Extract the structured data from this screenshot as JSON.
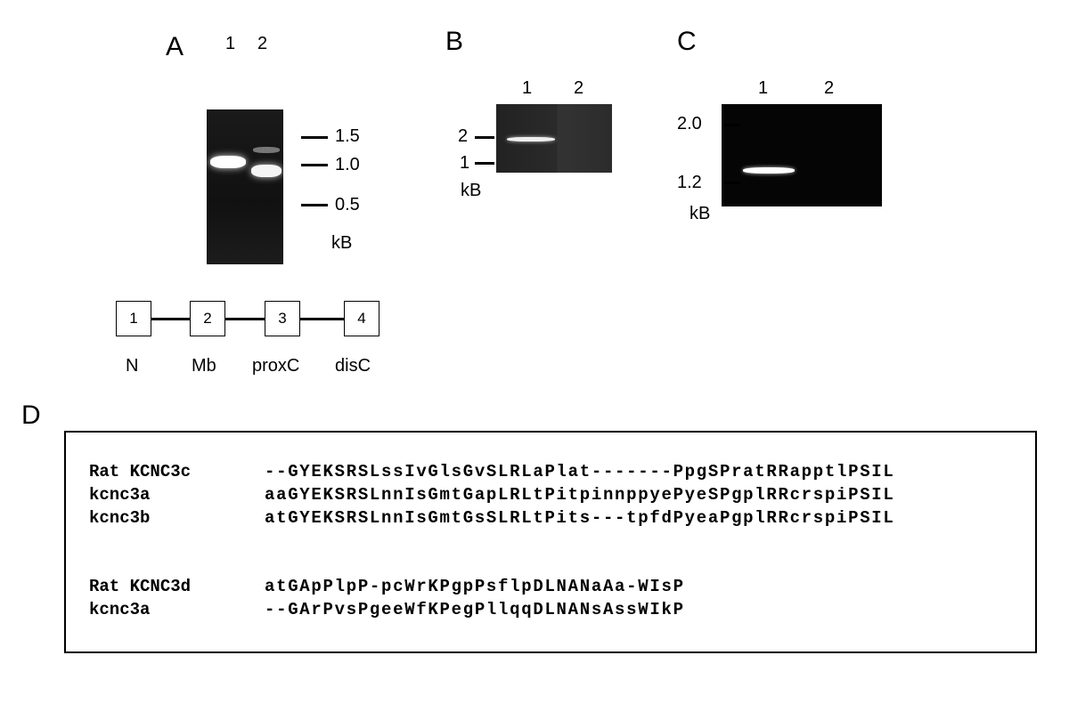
{
  "panels": {
    "A": "A",
    "B": "B",
    "C": "C",
    "D": "D"
  },
  "panelA": {
    "lanes": [
      "1",
      "2"
    ],
    "sizes": [
      "1.5",
      "1.0",
      "0.5"
    ],
    "unit": "kB"
  },
  "panelB": {
    "lanes": [
      "1",
      "2"
    ],
    "sizes": [
      "2",
      "1"
    ],
    "unit": "kB"
  },
  "panelC": {
    "lanes": [
      "1",
      "2"
    ],
    "sizes": [
      "2.0",
      "1.2"
    ],
    "unit": "kB"
  },
  "domains": {
    "boxes": [
      "1",
      "2",
      "3",
      "4"
    ],
    "labels": [
      "N",
      "Mb",
      "proxC",
      "disC"
    ]
  },
  "alignment": {
    "block1": [
      {
        "name": "Rat KCNC3c",
        "seq": "--GYEKSRSLssIvGlsGvSLRLaPlat-------PpgSPratRRapptlPSIL"
      },
      {
        "name": "kcnc3a",
        "seq": "aaGYEKSRSLnnIsGmtGapLRLtPitpinnppyePyeSPgplRRcrspiPSIL"
      },
      {
        "name": "kcnc3b",
        "seq": "atGYEKSRSLnnIsGmtGsSLRLtPits---tpfdPyeaPgplRRcrspiPSIL"
      }
    ],
    "block2": [
      {
        "name": "Rat KCNC3d",
        "seq": "atGApPlpP-pcWrKPgpPsflpDLNANaAa-WIsP"
      },
      {
        "name": "kcnc3a",
        "seq": "--GArPvsPgeeWfKPegPllqqDLNANsAssWIkP"
      }
    ]
  }
}
